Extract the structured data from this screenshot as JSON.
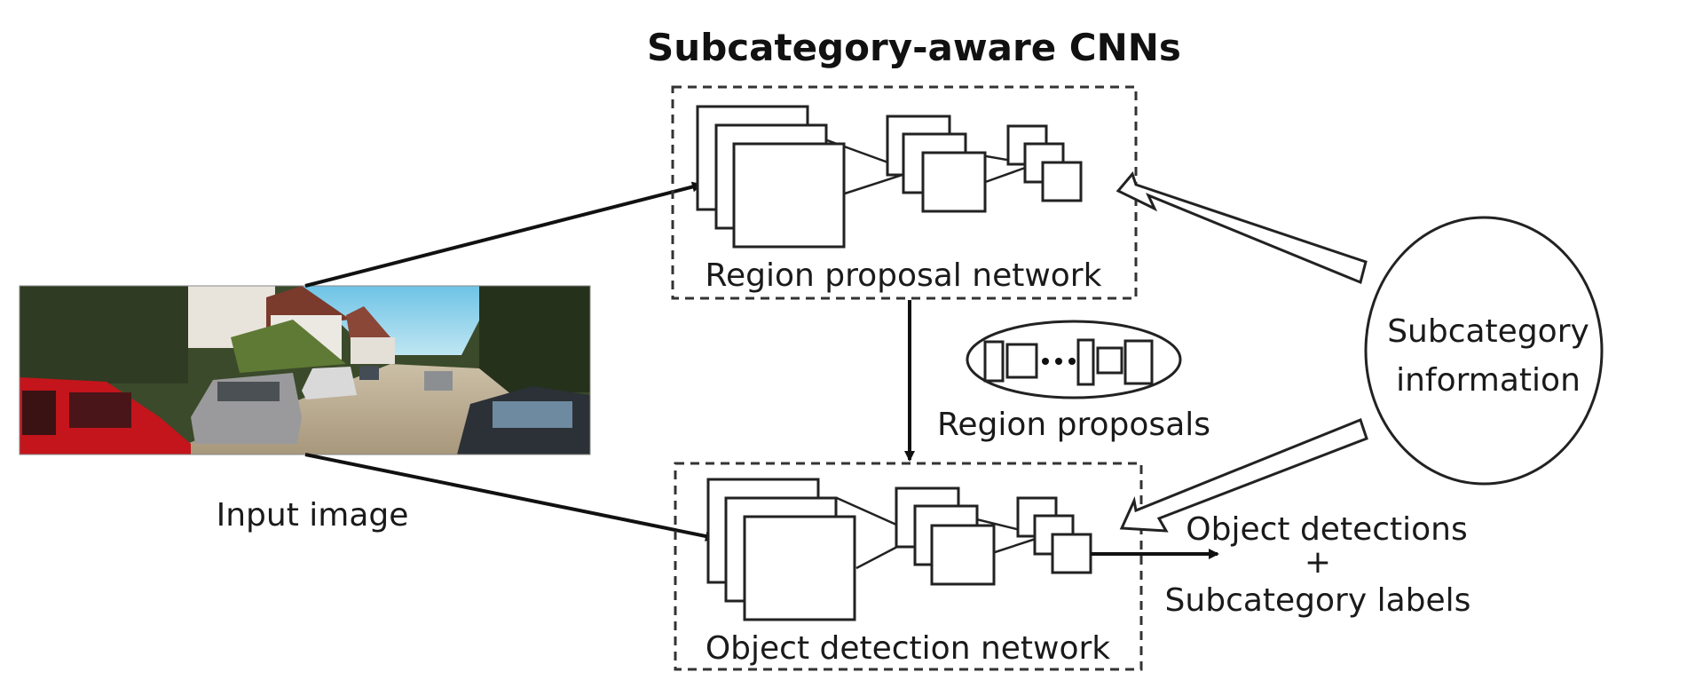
{
  "title": "Subcategory-aware CNNs",
  "input_image": {
    "label": "Input image",
    "scene": "street-scene-photo",
    "colors": {
      "sky": "#7cc9e8",
      "road": "#b7a98f",
      "red_car": "#c0141a",
      "trees": "#2d3a1f",
      "houses": "#e9e6e0"
    }
  },
  "region_proposal_network": {
    "label": "Region proposal network"
  },
  "region_proposals": {
    "label": "Region proposals"
  },
  "object_detection_network": {
    "label": "Object detection network"
  },
  "subcategory_information": {
    "line1": "Subcategory",
    "line2": "information"
  },
  "output": {
    "line1": "Object detections",
    "line2": "+",
    "line3": "Subcategory labels"
  }
}
